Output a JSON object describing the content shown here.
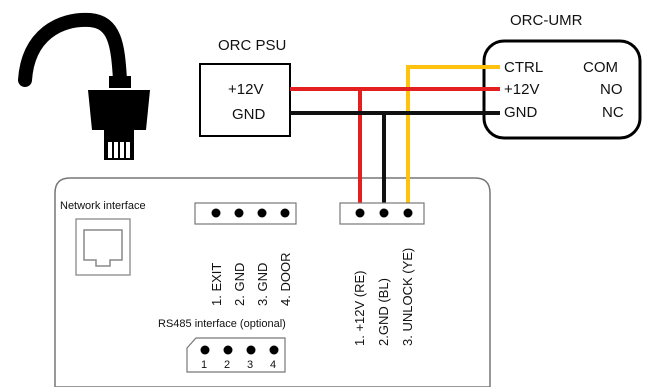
{
  "title_psu": "ORC PSU",
  "title_umr": "ORC-UMR",
  "psu": {
    "plus": "+12V",
    "gnd": "GND"
  },
  "umr": {
    "ctrl": "CTRL",
    "plus": "+12V",
    "gnd": "GND",
    "com": "COM",
    "no": "NO",
    "nc": "NC"
  },
  "device": {
    "network": "Network  interface",
    "io_pins": [
      "1. EXIT",
      "2. GND",
      "3. GND",
      "4. DOOR"
    ],
    "lock_pins": [
      "1. +12V (RE)",
      "2.GND (BL)",
      "3. UNLOCK (YE)"
    ],
    "rs485": "RS485 interface (optional)",
    "rs485_pins": [
      "1",
      "2",
      "3",
      "4"
    ]
  },
  "colors": {
    "red": "#e41f1f",
    "black": "#111111",
    "yellow": "#ffc20e"
  }
}
